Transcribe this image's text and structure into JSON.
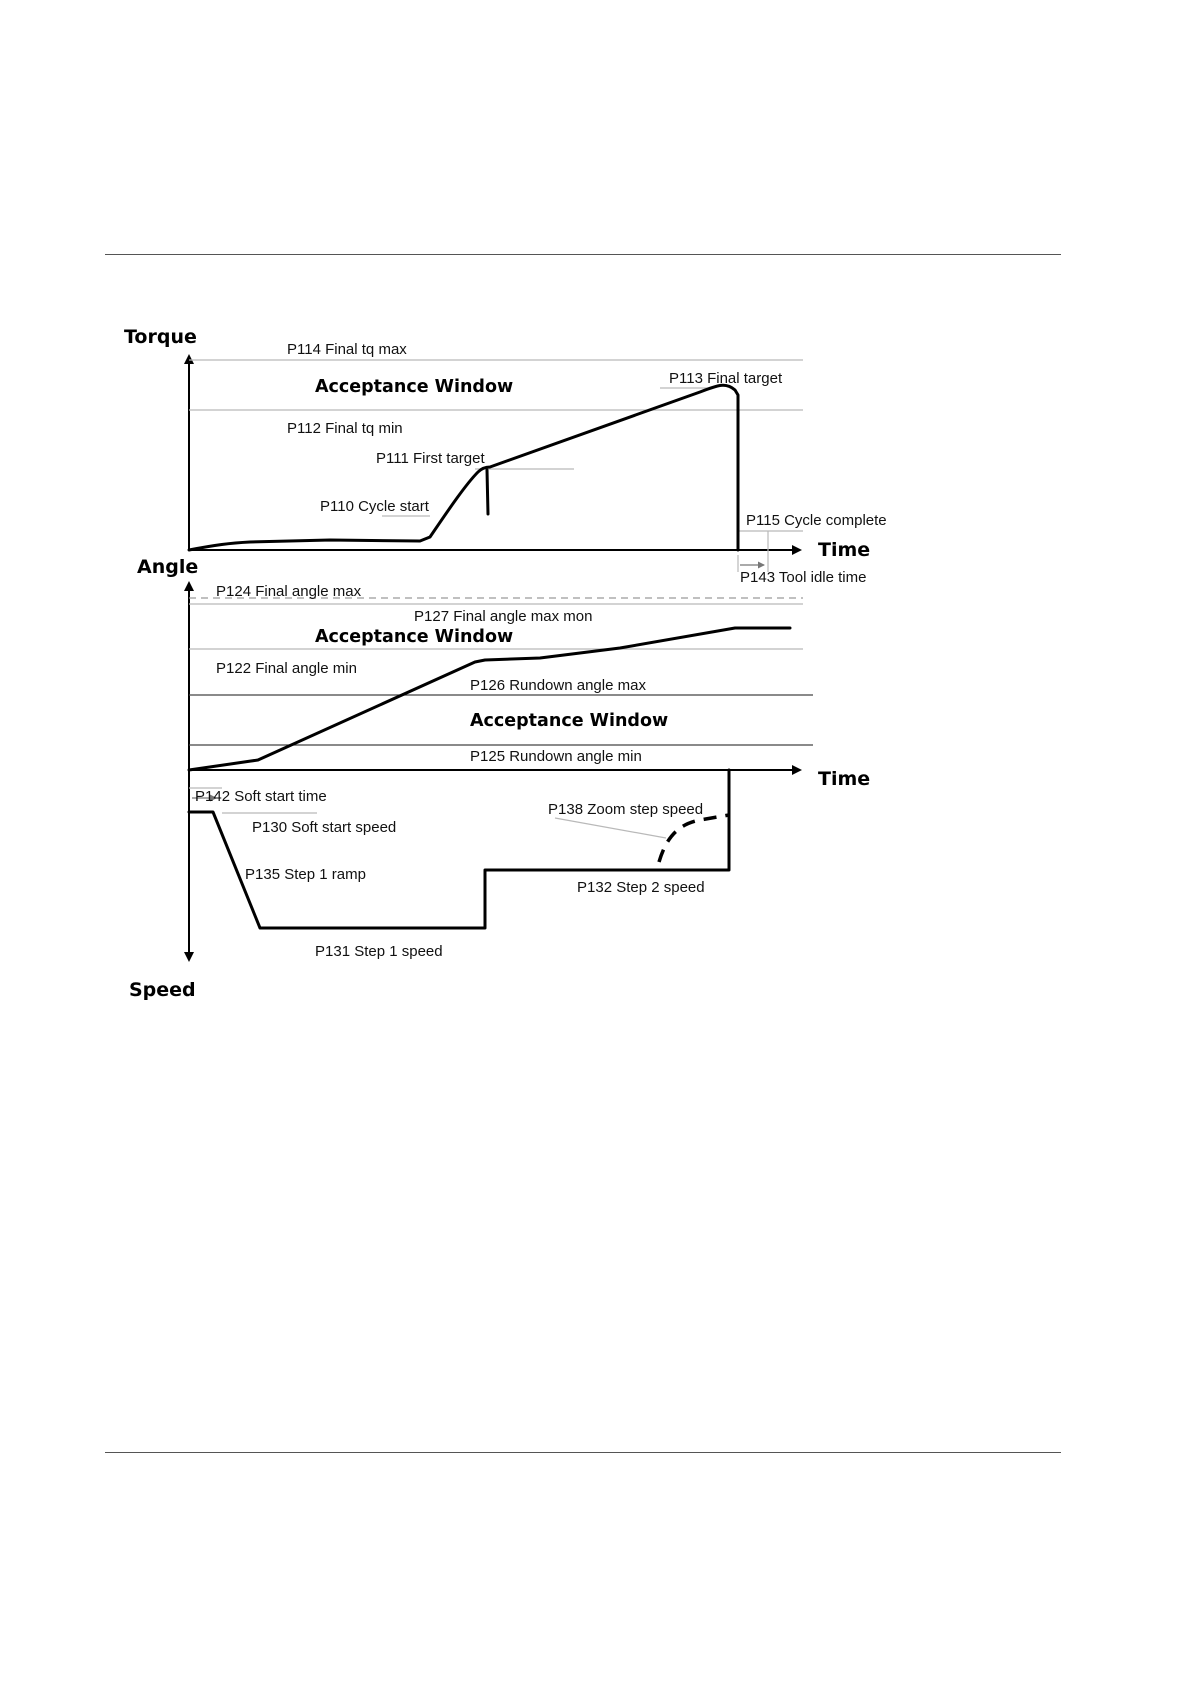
{
  "axes": {
    "torque": "Torque",
    "angle": "Angle",
    "speed": "Speed",
    "time_top": "Time",
    "time_bottom": "Time"
  },
  "windows": {
    "torque": "Acceptance Window",
    "final_angle": "Acceptance Window",
    "rundown_angle": "Acceptance Window"
  },
  "torque_labels": {
    "p114": "P114 Final tq max",
    "p113": "P113 Final target",
    "p112": "P112 Final tq min",
    "p111": "P111 First target",
    "p110": "P110 Cycle start",
    "p115": "P115 Cycle complete",
    "p143": "P143 Tool idle time"
  },
  "angle_labels": {
    "p124": "P124 Final angle max",
    "p127": "P127 Final angle max mon",
    "p122": "P122 Final angle min",
    "p126": "P126 Rundown angle max",
    "p125": "P125 Rundown angle min"
  },
  "speed_labels": {
    "p142": "P142 Soft start time",
    "p130": "P130 Soft start speed",
    "p135": "P135 Step 1 ramp",
    "p138": "P138 Zoom step speed",
    "p132": "P132 Step 2 speed",
    "p131": "P131 Step 1 speed"
  }
}
